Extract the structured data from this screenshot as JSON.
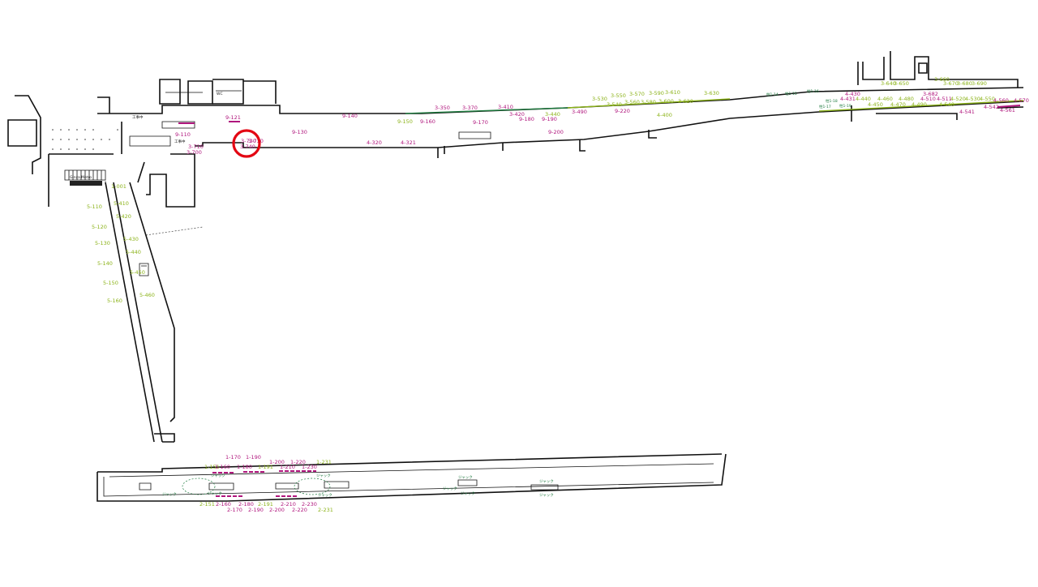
{
  "map": {
    "background": "#ffffff",
    "colors": {
      "walls": "#111111",
      "olive_labels": "#8cb31a",
      "magenta_labels": "#b0167d",
      "green_labels": "#1e7a3e",
      "highlight_circle": "#e30613"
    },
    "highlight": {
      "codes": [
        "3-720",
        "3-730",
        "3-740"
      ]
    },
    "labels": {
      "construction_1": "工事中",
      "construction_2": "工事中",
      "ginza_metro": "Ginza Metro",
      "wc": "WC",
      "jack": "ジャック",
      "concourse": [
        {
          "t": "9-121",
          "c": "m"
        },
        {
          "t": "9-110",
          "c": "m"
        },
        {
          "t": "3-720",
          "c": "m"
        },
        {
          "t": "3-730",
          "c": "m"
        },
        {
          "t": "3-740",
          "c": "m"
        },
        {
          "t": "3-710",
          "c": "m"
        },
        {
          "t": "3-700",
          "c": "m"
        },
        {
          "t": "9-130",
          "c": "m"
        },
        {
          "t": "9-140",
          "c": "m"
        },
        {
          "t": "4-320",
          "c": "m"
        },
        {
          "t": "4-321",
          "c": "m"
        },
        {
          "t": "9-150",
          "c": "o"
        },
        {
          "t": "3-350",
          "c": "m"
        },
        {
          "t": "9-160",
          "c": "m"
        },
        {
          "t": "3-370",
          "c": "m"
        },
        {
          "t": "3-410",
          "c": "m"
        },
        {
          "t": "9-170",
          "c": "m"
        },
        {
          "t": "3-420",
          "c": "m"
        },
        {
          "t": "9-180",
          "c": "m"
        },
        {
          "t": "9-190",
          "c": "m"
        },
        {
          "t": "3-440",
          "c": "o"
        },
        {
          "t": "9-200",
          "c": "m"
        },
        {
          "t": "3-490",
          "c": "m"
        },
        {
          "t": "9-220",
          "c": "m"
        },
        {
          "t": "3-530",
          "c": "o"
        },
        {
          "t": "3-540",
          "c": "o"
        },
        {
          "t": "3-550",
          "c": "o"
        },
        {
          "t": "3-560",
          "c": "o"
        },
        {
          "t": "3-570",
          "c": "o"
        },
        {
          "t": "3-580",
          "c": "o"
        },
        {
          "t": "3-590",
          "c": "o"
        },
        {
          "t": "3-600",
          "c": "o"
        },
        {
          "t": "3-610",
          "c": "o"
        },
        {
          "t": "3-620",
          "c": "o"
        },
        {
          "t": "3-630",
          "c": "o"
        },
        {
          "t": "4-400",
          "c": "o"
        },
        {
          "t": "柱1-14",
          "c": "g"
        },
        {
          "t": "柱1-15",
          "c": "g"
        },
        {
          "t": "柱1-16",
          "c": "g"
        },
        {
          "t": "柱1-17",
          "c": "g"
        },
        {
          "t": "柱1-18",
          "c": "g"
        },
        {
          "t": "柱1-19",
          "c": "g"
        },
        {
          "t": "4-430",
          "c": "m"
        },
        {
          "t": "4-431",
          "c": "m"
        },
        {
          "t": "4-440",
          "c": "o"
        },
        {
          "t": "4-450",
          "c": "o"
        },
        {
          "t": "4-460",
          "c": "o"
        },
        {
          "t": "4-470",
          "c": "o"
        },
        {
          "t": "4-480",
          "c": "o"
        },
        {
          "t": "4-490",
          "c": "o"
        },
        {
          "t": "4-510",
          "c": "m"
        },
        {
          "t": "4-511",
          "c": "m"
        },
        {
          "t": "4-520",
          "c": "o"
        },
        {
          "t": "4-530",
          "c": "o"
        },
        {
          "t": "4-540",
          "c": "o"
        },
        {
          "t": "4-541",
          "c": "m"
        },
        {
          "t": "4-542",
          "c": "m"
        },
        {
          "t": "4-550",
          "c": "o"
        },
        {
          "t": "4-560",
          "c": "m"
        },
        {
          "t": "4-561",
          "c": "m"
        },
        {
          "t": "4-570",
          "c": "m"
        },
        {
          "t": "3-640",
          "c": "o"
        },
        {
          "t": "3-650",
          "c": "o"
        },
        {
          "t": "3-660",
          "c": "o"
        },
        {
          "t": "3-670",
          "c": "o"
        },
        {
          "t": "3-680",
          "c": "o"
        },
        {
          "t": "3-690",
          "c": "o"
        },
        {
          "t": "3-682",
          "c": "m"
        }
      ],
      "corridor": [
        {
          "t": "1-001",
          "c": "o"
        },
        {
          "t": "5-410",
          "c": "o"
        },
        {
          "t": "5-420",
          "c": "o"
        },
        {
          "t": "5-430",
          "c": "o"
        },
        {
          "t": "5-440",
          "c": "o"
        },
        {
          "t": "5-450",
          "c": "o"
        },
        {
          "t": "5-460",
          "c": "o"
        },
        {
          "t": "5-110",
          "c": "o"
        },
        {
          "t": "5-120",
          "c": "o"
        },
        {
          "t": "5-130",
          "c": "o"
        },
        {
          "t": "5-140",
          "c": "o"
        },
        {
          "t": "5-150",
          "c": "o"
        },
        {
          "t": "5-160",
          "c": "o"
        }
      ],
      "platform": [
        {
          "t": "1-170",
          "c": "m"
        },
        {
          "t": "1-190",
          "c": "m"
        },
        {
          "t": "1-200",
          "c": "m"
        },
        {
          "t": "1-220",
          "c": "m"
        },
        {
          "t": "1-231",
          "c": "o"
        },
        {
          "t": "1-151",
          "c": "o"
        },
        {
          "t": "1-160",
          "c": "m"
        },
        {
          "t": "1-180",
          "c": "m"
        },
        {
          "t": "1-191",
          "c": "o"
        },
        {
          "t": "1-210",
          "c": "m"
        },
        {
          "t": "1-230",
          "c": "m"
        },
        {
          "t": "2-151",
          "c": "o"
        },
        {
          "t": "2-160",
          "c": "m"
        },
        {
          "t": "2-180",
          "c": "m"
        },
        {
          "t": "2-191",
          "c": "o"
        },
        {
          "t": "2-210",
          "c": "m"
        },
        {
          "t": "2-230",
          "c": "m"
        },
        {
          "t": "2-170",
          "c": "m"
        },
        {
          "t": "2-190",
          "c": "m"
        },
        {
          "t": "2-200",
          "c": "m"
        },
        {
          "t": "2-220",
          "c": "m"
        },
        {
          "t": "2-231",
          "c": "o"
        }
      ]
    }
  }
}
